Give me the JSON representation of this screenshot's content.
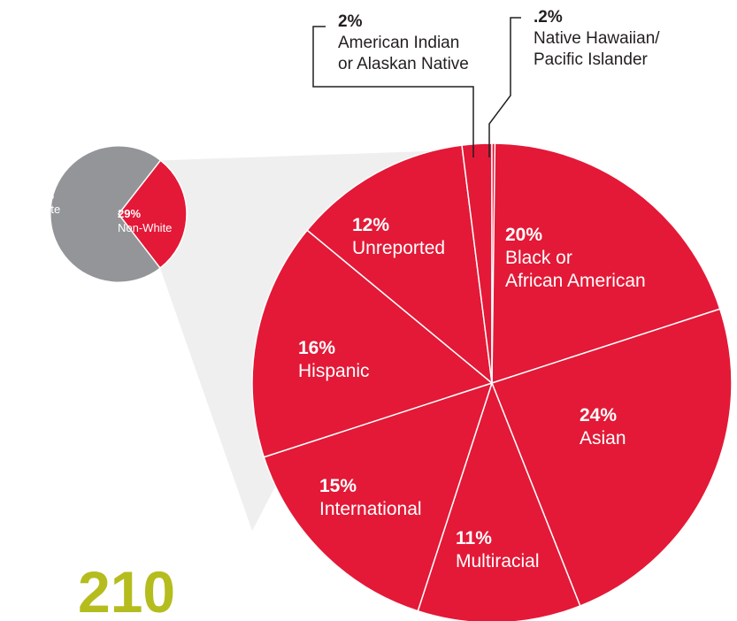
{
  "colors": {
    "red": "#e31937",
    "gray": "#939598",
    "connector": "#efefef",
    "white": "#ffffff",
    "leader": "#231f20",
    "total": "#b5bd1e",
    "text_dark": "#231f20"
  },
  "chart_data": [
    {
      "type": "pie",
      "slices": [
        {
          "label": "White",
          "pct_label": "71%",
          "value": 71
        },
        {
          "label": "Non-White",
          "pct_label": "29%",
          "value": 29
        }
      ]
    },
    {
      "type": "pie",
      "slices": [
        {
          "key": "black",
          "pct_label": "20%",
          "label_lines": [
            "Black or",
            "African American"
          ],
          "value": 20
        },
        {
          "key": "asian",
          "pct_label": "24%",
          "label_lines": [
            "Asian"
          ],
          "value": 24
        },
        {
          "key": "multiracial",
          "pct_label": "11%",
          "label_lines": [
            "Multiracial"
          ],
          "value": 11
        },
        {
          "key": "international",
          "pct_label": "15%",
          "label_lines": [
            "International"
          ],
          "value": 15
        },
        {
          "key": "hispanic",
          "pct_label": "16%",
          "label_lines": [
            "Hispanic"
          ],
          "value": 16
        },
        {
          "key": "unreported",
          "pct_label": "12%",
          "label_lines": [
            "Unreported"
          ],
          "value": 12
        },
        {
          "key": "american-indian",
          "pct_label": "2%",
          "label_lines": [
            "American Indian",
            "or Alaskan Native"
          ],
          "value": 2
        },
        {
          "key": "native-hawaiian",
          "pct_label": ".2%",
          "label_lines": [
            "Native Hawaiian/",
            "Pacific Islander"
          ],
          "value": 0.2
        }
      ]
    }
  ],
  "total_label": "210"
}
